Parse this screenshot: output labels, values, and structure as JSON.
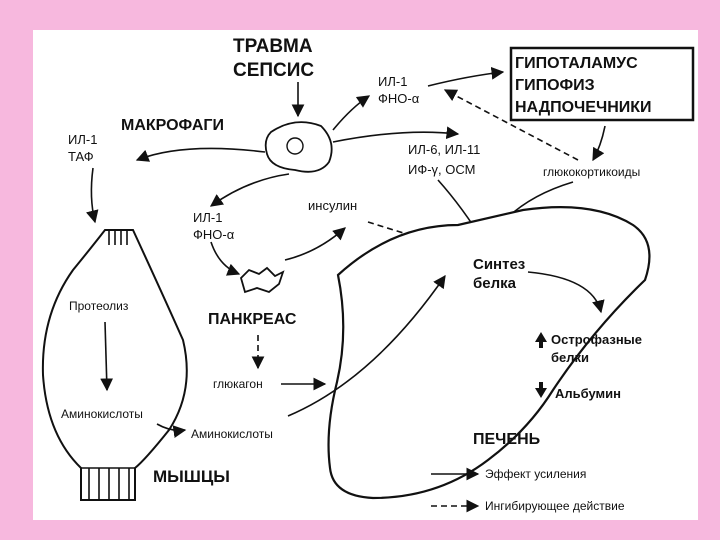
{
  "background_color": "#f7b8de",
  "labels": {
    "trauma": "ТРАВМА",
    "sepsis": "СЕПСИС",
    "macrophages": "МАКРОФАГИ",
    "box_line1": "ГИПОТАЛАМУС",
    "box_line2": "ГИПОФИЗ",
    "box_line3": "НАДПОЧЕЧНИКИ",
    "il1_top": "ИЛ-1",
    "fno_top": "ФНО-α",
    "il1_left": "ИЛ-1",
    "taf_left": "ТАФ",
    "il6_il11": "ИЛ-6, ИЛ-11",
    "if_osm": "ИФ-γ, ОСМ",
    "glucocorticoids": "глюкокортикоиды",
    "insulin": "инсулин",
    "il1_mid": "ИЛ-1",
    "fno_mid": "ФНО-α",
    "synthesis_line1": "Синтез",
    "synthesis_line2": "белка",
    "proteolysis": "Протеолиз",
    "pancreas": "ПАНКРЕАС",
    "acute_phase_line1": "Острофазные",
    "acute_phase_line2": "белки",
    "albumin": "Альбумин",
    "glucagon": "глюкагон",
    "amino_muscle": "Аминокислоты",
    "amino_liver": "Аминокислоты",
    "liver": "ПЕЧЕНЬ",
    "muscles": "МЫШЦЫ",
    "legend_enhance": "Эффект усиления",
    "legend_inhibit": "Ингибирующее действие"
  }
}
